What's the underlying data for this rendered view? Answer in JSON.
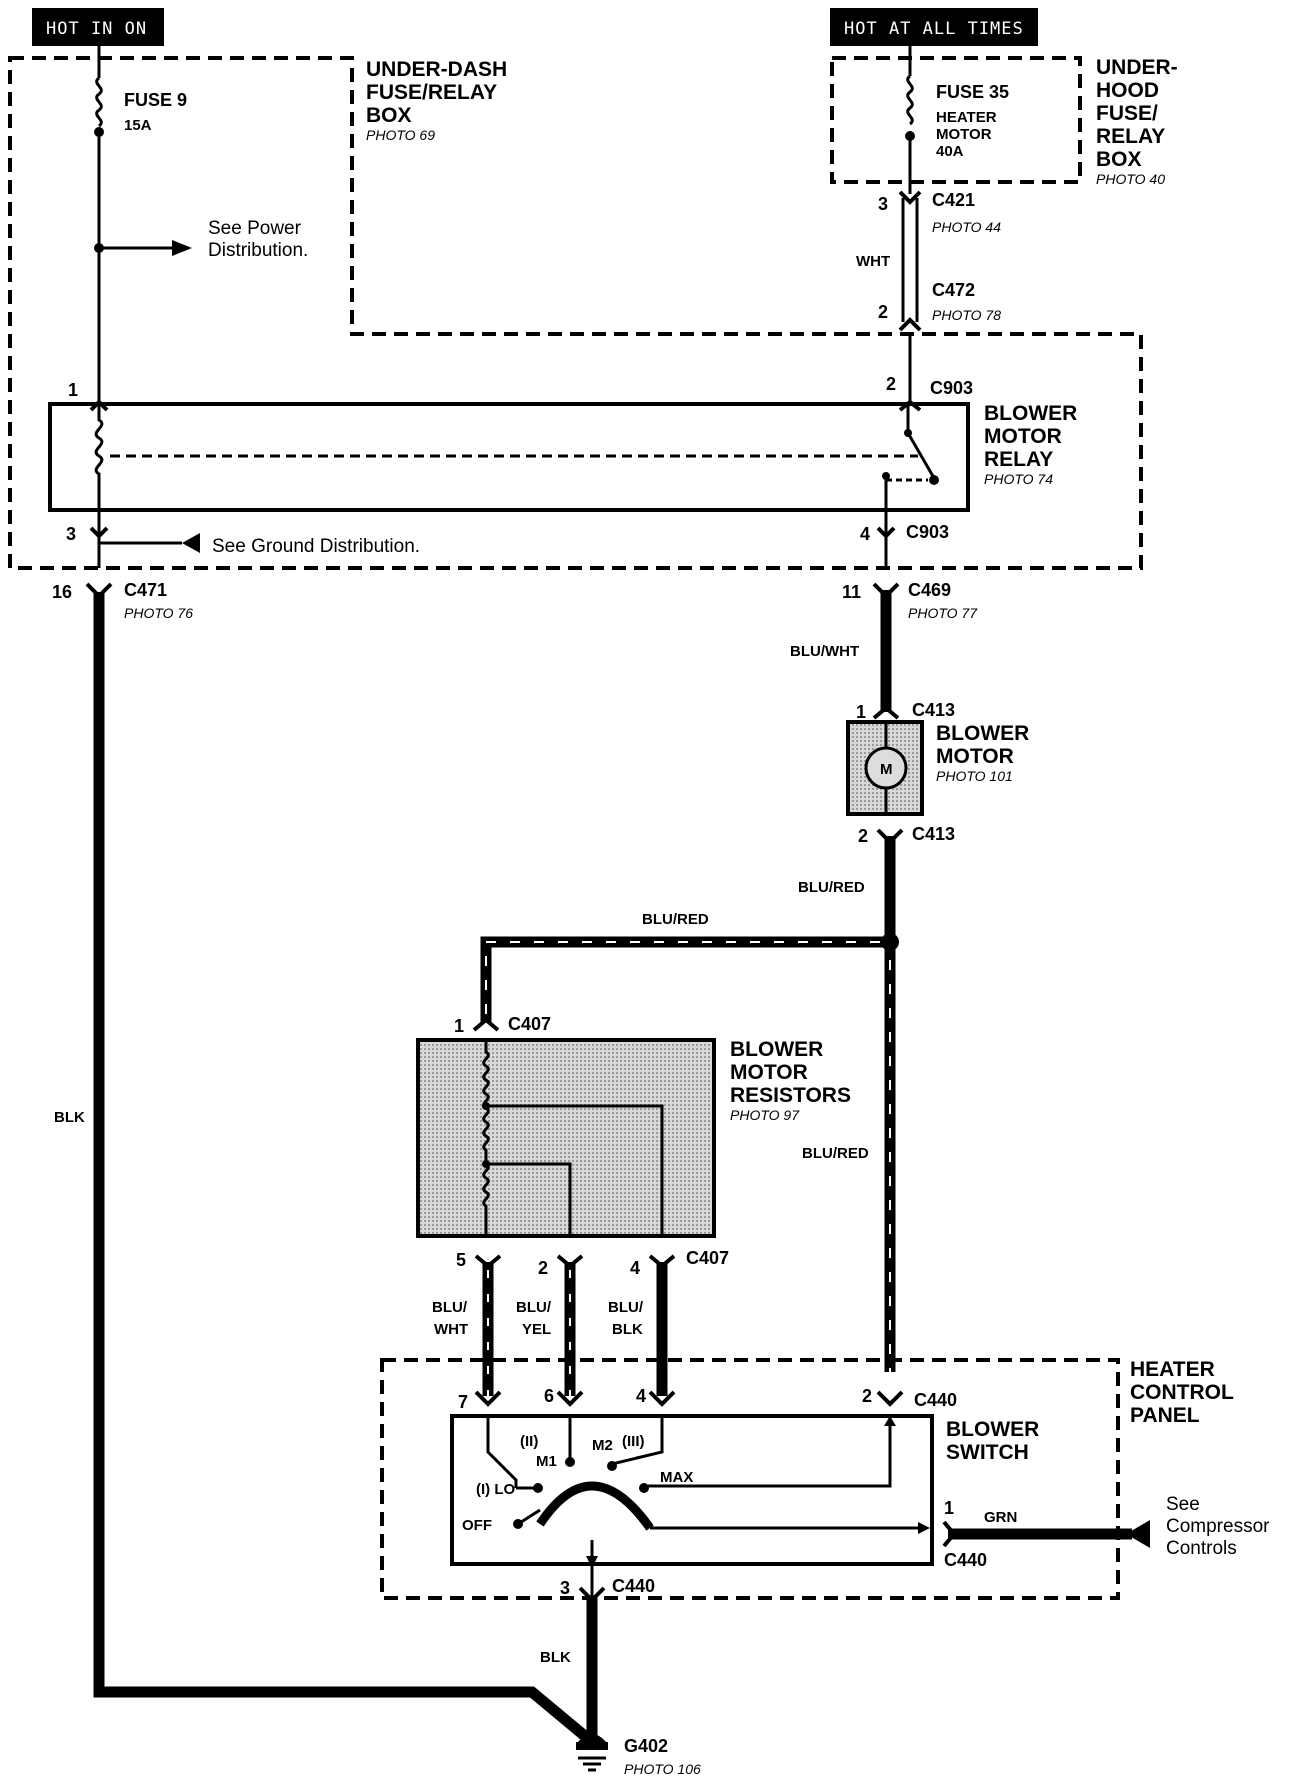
{
  "power_tags": {
    "hot_in_on": "HOT IN ON",
    "hot_at_all_times": "HOT AT ALL TIMES"
  },
  "underdash_box": {
    "title_l1": "UNDER-DASH",
    "title_l2": "FUSE/RELAY",
    "title_l3": "BOX",
    "photo": "PHOTO 69",
    "fuse_name": "FUSE 9",
    "fuse_rating": "15A",
    "see_power_l1": "See Power",
    "see_power_l2": "Distribution."
  },
  "underhood_box": {
    "title_l1": "UNDER-",
    "title_l2": "HOOD",
    "title_l3": "FUSE/",
    "title_l4": "RELAY",
    "title_l5": "BOX",
    "photo": "PHOTO 40",
    "fuse_name": "FUSE 35",
    "fuse_desc_l1": "HEATER",
    "fuse_desc_l2": "MOTOR",
    "fuse_desc_l3": "40A"
  },
  "relay": {
    "title_l1": "BLOWER",
    "title_l2": "MOTOR",
    "title_l3": "RELAY",
    "photo": "PHOTO 74",
    "see_ground": "See Ground Distribution."
  },
  "motor": {
    "title_l1": "BLOWER",
    "title_l2": "MOTOR",
    "photo": "PHOTO 101",
    "symbol": "M"
  },
  "resistors": {
    "title_l1": "BLOWER",
    "title_l2": "MOTOR",
    "title_l3": "RESISTORS",
    "photo": "PHOTO 97"
  },
  "heater_panel": {
    "title_l1": "HEATER",
    "title_l2": "CONTROL",
    "title_l3": "PANEL",
    "switch_l1": "BLOWER",
    "switch_l2": "SWITCH",
    "pos_off": "OFF",
    "pos_lo": "(I) LO",
    "pos_m1_num": "(II)",
    "pos_m1": "M1",
    "pos_m2": "M2",
    "pos_m2_num": "(III)",
    "pos_max": "MAX"
  },
  "compressor": {
    "l1": "See",
    "l2": "Compressor",
    "l3": "Controls"
  },
  "ground": {
    "name": "G402",
    "photo": "PHOTO 106"
  },
  "connectors": {
    "c421": "C421",
    "c421_photo": "PHOTO 44",
    "c421_pin": "3",
    "c472": "C472",
    "c472_photo": "PHOTO 78",
    "c472_pin": "2",
    "c903_top": "C903",
    "c903_top_pin_l": "1",
    "c903_top_pin_r": "2",
    "c903_bot": "C903",
    "c903_bot_pin_l": "3",
    "c903_bot_pin_r": "4",
    "c471": "C471",
    "c471_photo": "PHOTO 76",
    "c471_pin": "16",
    "c469": "C469",
    "c469_photo": "PHOTO 77",
    "c469_pin": "11",
    "c413_top": "C413",
    "c413_top_pin": "1",
    "c413_bot": "C413",
    "c413_bot_pin": "2",
    "c407_top": "C407",
    "c407_top_pin": "1",
    "c407_bot": "C407",
    "c407_pin_a": "5",
    "c407_pin_b": "2",
    "c407_pin_c": "4",
    "c440_top": "C440",
    "c440_pin_a": "7",
    "c440_pin_b": "6",
    "c440_pin_c": "4",
    "c440_pin_d": "2",
    "c440_right": "C440",
    "c440_right_pin": "1",
    "c440_bot": "C440",
    "c440_bot_pin": "3"
  },
  "wires": {
    "wht": "WHT",
    "blu_wht": "BLU/WHT",
    "blu_red_a": "BLU/RED",
    "blu_red_b": "BLU/RED",
    "blu_red_c": "BLU/RED",
    "blk_left": "BLK",
    "blk_bottom": "BLK",
    "grn": "GRN",
    "r_blu_wht_l1": "BLU/",
    "r_blu_wht_l2": "WHT",
    "r_blu_yel_l1": "BLU/",
    "r_blu_yel_l2": "YEL",
    "r_blu_blk_l1": "BLU/",
    "r_blu_blk_l2": "BLK"
  },
  "colors": {
    "ink": "#000000",
    "shade": "#cfcfcf",
    "background": "#ffffff"
  }
}
